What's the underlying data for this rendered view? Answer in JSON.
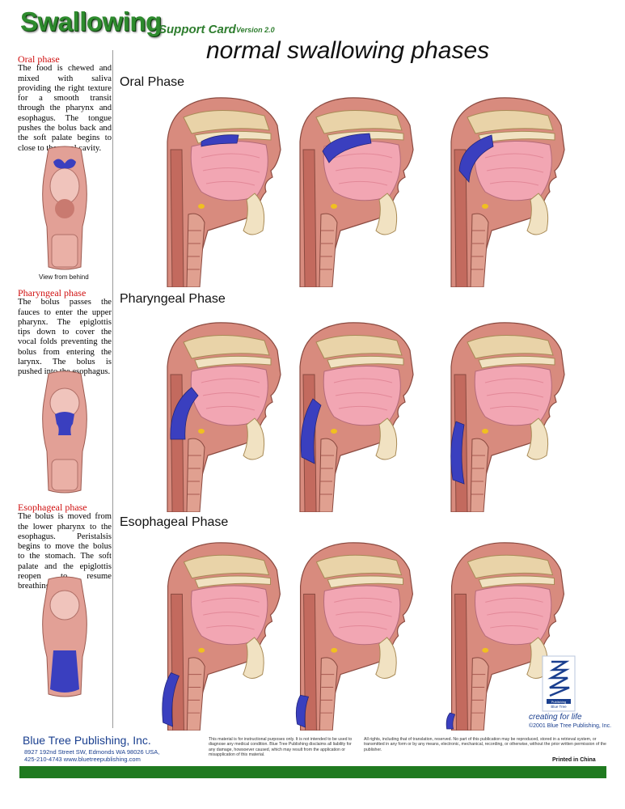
{
  "header": {
    "title": "Swallowing",
    "subtitle": "Support Card",
    "version": "Version 2.0",
    "main_heading": "normal swallowing phases"
  },
  "left_column": {
    "oral": {
      "name": "Oral phase",
      "text": "The food is chewed and mixed with saliva providing the right texture for a smooth transit through the pharynx and esophagus. The tongue pushes the bolus back and the soft palate begins to close to the nasal cavity.",
      "caption": "View from behind"
    },
    "pharyngeal": {
      "name": "Pharyngeal phase",
      "text": "The bolus passes the fauces to enter the upper pharynx. The epiglottis tips down to cover the vocal folds preventing the bolus from entering the larynx. The bolus is pushed into the esophagus."
    },
    "esophageal": {
      "name": "Esophageal phase",
      "text": "The bolus is moved from the lower pharynx to the esophagus. Peristalsis begins to move the bolus to the stomach. The soft palate and the epiglottis reopen to resume breathing."
    }
  },
  "rows": {
    "oral": "Oral Phase",
    "pharyngeal": "Pharyngeal Phase",
    "esophageal": "Esophageal Phase"
  },
  "logo": {
    "text_top": "Blue Tree",
    "text_bottom": "Publishing",
    "tagline": "creating for life",
    "copyright": "©2001 Blue Tree Publishing, Inc."
  },
  "footer": {
    "publisher": "Blue Tree Publishing, Inc.",
    "address": "8927 192nd Street SW, Edmonds WA 98026  USA,",
    "contact": "425-210-4743    www.bluetreepublishing.com",
    "disclaimer": "This material is for instructional purposes only. It is not intended to be used to diagnose any medical condition. Blue Tree Publishing disclaims all liability for any damage, howsoever caused, which may result from the application or misapplication of this material.",
    "rights": "All rights, including that of translation, reserved. No part of this publication may be reproduced, stored in a retrieval system, or transmitted in any form or by any means, electronic, mechanical, recording, or otherwise, without the prior written permission of the publisher.",
    "printed": "Printed in China"
  },
  "colors": {
    "brand_green": "#2e8b2e",
    "phase_red": "#d01010",
    "bolus_blue": "#3a3fbf",
    "tissue_pink": "#e8a0a0",
    "footer_blue": "#1a3f8f"
  }
}
